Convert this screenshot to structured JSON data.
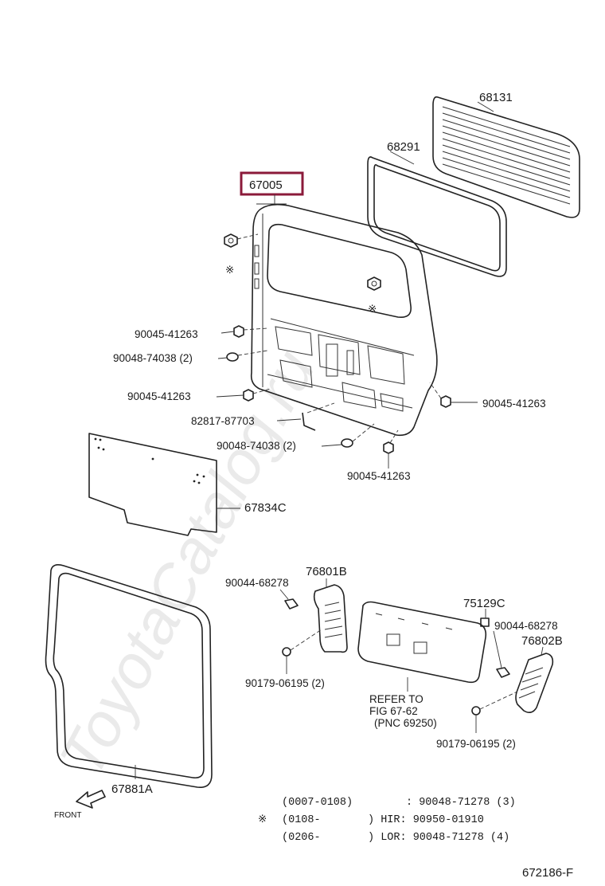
{
  "watermark": "ToyotaCatalog.ru",
  "highlight_color": "#8b1a3a",
  "parts": {
    "p68131": "68131",
    "p68291": "68291",
    "p67005": "67005",
    "p90045_a": "90045-41263",
    "p90048_a": "90048-74038 (2)",
    "p90045_b": "90045-41263",
    "p82817": "82817-87703",
    "p90048_b": "90048-74038 (2)",
    "p90045_c": "90045-41263",
    "p90045_d": "90045-41263",
    "p67834C": "67834C",
    "p76801B": "76801B",
    "p90044_a": "90044-68278",
    "p90179_a": "90179-06195 (2)",
    "refer_1": "REFER TO",
    "refer_2": "FIG 67-62",
    "refer_3": "(PNC 69250)",
    "p75129C": "75129C",
    "p90044_b": "90044-68278",
    "p76802B": "76802B",
    "p90179_b": "90179-06195 (2)",
    "p67881A": "67881A",
    "front": "FRONT",
    "mark_a": "※",
    "mark_b": "※"
  },
  "legend": [
    {
      "mark": "",
      "range": "(0007-0108)",
      "spec": ": 90048-71278 (3)"
    },
    {
      "mark": "※",
      "range": "(0108-",
      "spec": ") HIR: 90950-01910"
    },
    {
      "mark": "",
      "range": "(0206-",
      "spec": ") LOR: 90048-71278 (4)"
    }
  ],
  "figure_code": "672186-F"
}
